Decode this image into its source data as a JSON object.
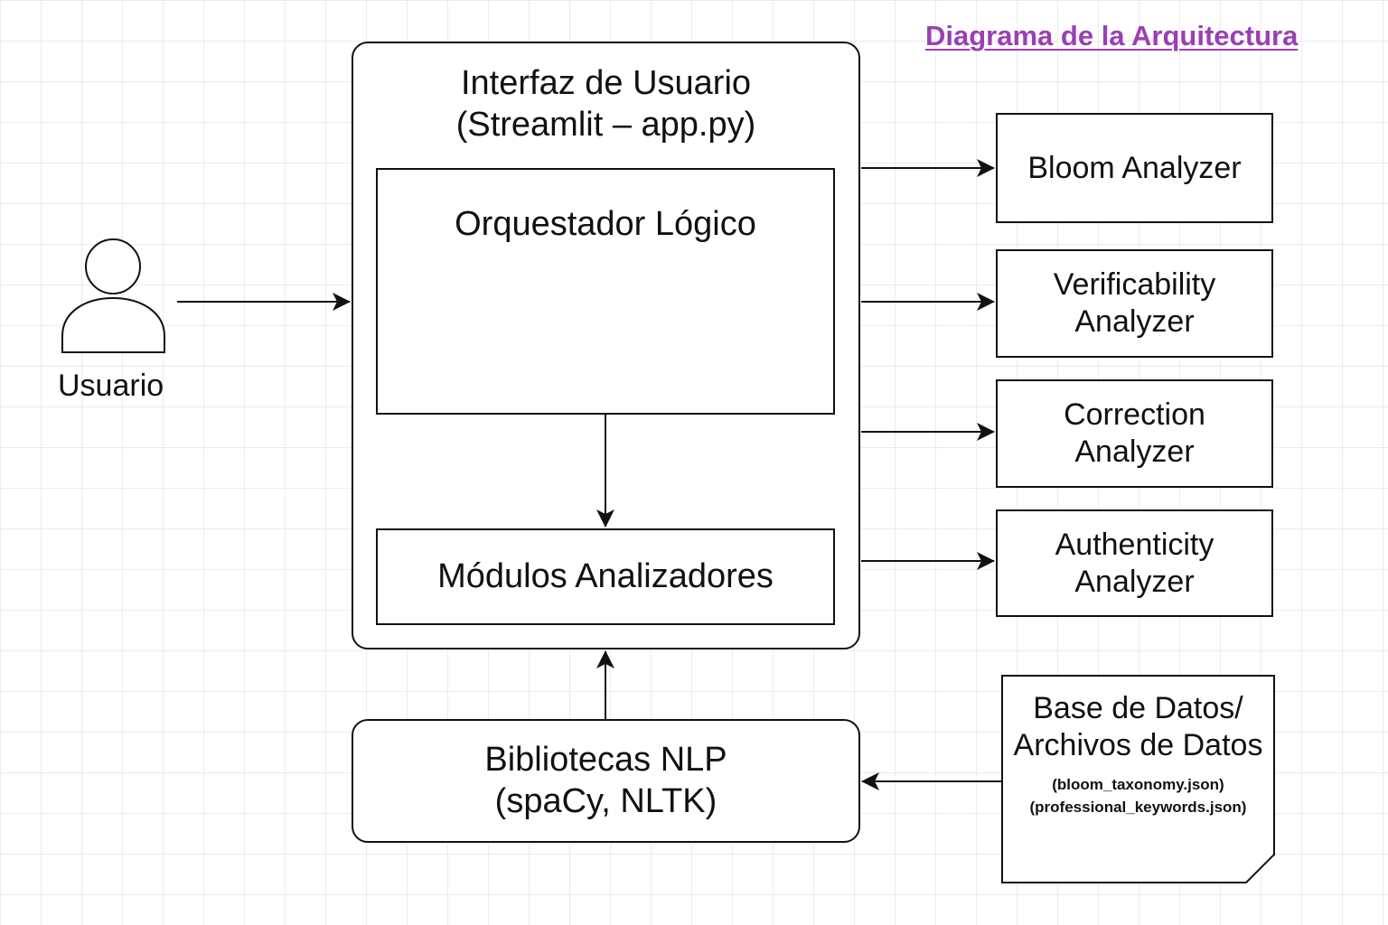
{
  "title": "Diagrama de la Arquitectura",
  "colors": {
    "title": "#9b3fb5",
    "stroke": "#111111",
    "grid": "#ececec",
    "background": "#ffffff"
  },
  "user": {
    "icon": "person-icon",
    "label": "Usuario"
  },
  "ui_container": {
    "title_line1": "Interfaz de Usuario",
    "title_line2": "(Streamlit – app.py)"
  },
  "orchestrator": {
    "label": "Orquestador Lógico"
  },
  "modules": {
    "label": "Módulos Analizadores"
  },
  "nlp": {
    "line1": "Bibliotecas NLP",
    "line2": "(spaCy, NLTK)"
  },
  "analyzers": [
    {
      "line1": "Bloom Analyzer",
      "line2": ""
    },
    {
      "line1": "Verificability",
      "line2": "Analyzer"
    },
    {
      "line1": "Correction",
      "line2": "Analyzer"
    },
    {
      "line1": "Authenticity",
      "line2": "Analyzer"
    }
  ],
  "database": {
    "line1": "Base de Datos/",
    "line2": "Archivos de Datos",
    "file1": "(bloom_taxonomy.json)",
    "file2": "(professional_keywords.json)"
  }
}
